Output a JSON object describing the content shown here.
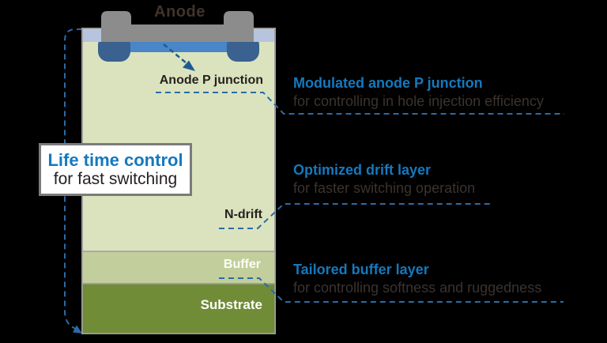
{
  "device": {
    "labels": {
      "anode": "Anode",
      "anode_p_junction": "Anode P junction",
      "n_drift": "N-drift",
      "buffer": "Buffer",
      "substrate": "Substrate"
    },
    "colors": {
      "background": "#000000",
      "body": "#dbe3be",
      "buffer": "#c2ce9b",
      "substrate": "#708c36",
      "metal": "#8c8c8c",
      "passivation": "#b6c4de",
      "p_well": "#3a618f",
      "p_junction": "#4a85c7",
      "outline": "#9d9d9d",
      "connector": "#2b6ba4",
      "arrow": "#1c5c92",
      "heading_blue": "#1579be",
      "subtext": "#3b332e"
    }
  },
  "callout_box": {
    "line1": "Life time control",
    "line2": "for fast switching"
  },
  "annotations": [
    {
      "heading": "Modulated anode P junction",
      "description": "for controlling in hole injection efficiency"
    },
    {
      "heading": "Optimized drift layer",
      "description": "for faster switching operation"
    },
    {
      "heading": "Tailored buffer layer",
      "description": "for controlling softness and ruggedness"
    }
  ]
}
